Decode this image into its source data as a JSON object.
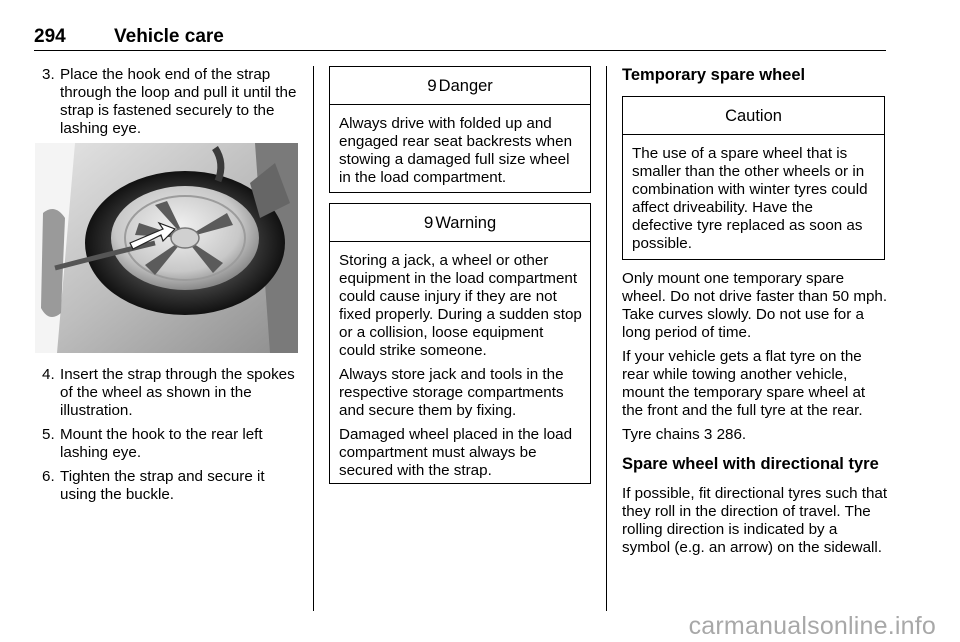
{
  "header": {
    "page_number": "294",
    "section_title": "Vehicle care"
  },
  "col1": {
    "step3": {
      "num": "3.",
      "text": "Place the hook end of the strap through the loop and pull it until the strap is fastened securely to the lashing eye."
    },
    "step4": {
      "num": "4.",
      "text": "Insert the strap through the spokes of the wheel as shown in the illustration."
    },
    "step5": {
      "num": "5.",
      "text": "Mount the hook to the rear left lashing eye."
    },
    "step6": {
      "num": "6.",
      "text": "Tighten the strap and secure it using the buckle."
    }
  },
  "danger": {
    "symbol": "9",
    "title": "Danger",
    "body": "Always drive with folded up and engaged rear seat backrests when stowing a damaged full size wheel in the load compartment."
  },
  "warning": {
    "symbol": "9",
    "title": "Warning",
    "p1": "Storing a jack, a wheel or other equipment in the load compartment could cause injury if they are not fixed properly. During a sudden stop or a collision, loose equipment could strike someone.",
    "p2": "Always store jack and tools in the respective storage compartments and secure them by fixing.",
    "p3": "Damaged wheel placed in the load compartment must always be secured with the strap."
  },
  "col3": {
    "title": "Temporary spare wheel",
    "caution": {
      "title": "Caution",
      "body": "The use of a spare wheel that is smaller than the other wheels or in combination with winter tyres could affect driveability. Have the defective tyre replaced as soon as possible."
    },
    "p1": "Only mount one temporary spare wheel. Do not drive faster than 50 mph. Take curves slowly. Do not use for a long period of time.",
    "p2": "If your vehicle gets a flat tyre on the rear while towing another vehicle, mount the temporary spare wheel at the front and the full tyre at the rear.",
    "p3_text": "Tyre chains ",
    "p3_ref_symbol": "3",
    "p3_ref_page": " 286.",
    "sub_heading": "Spare wheel with directional tyre",
    "p4": "If possible, fit directional tyres such that they roll in the direction of travel. The rolling direction is indicated by a symbol (e.g. an arrow) on the sidewall."
  },
  "watermark": "carmanualsonline.info"
}
